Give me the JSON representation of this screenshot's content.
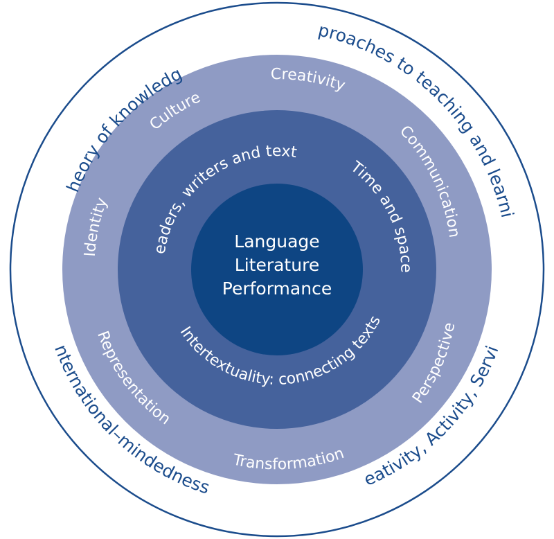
{
  "colors": {
    "outer_ring_stroke": "#1b4c8c",
    "outer_label": "#1b4c8c",
    "middle_ring": "#8f9bc4",
    "inner_ring": "#45629c",
    "core": "#0e4583",
    "inner_text": "#ffffff"
  },
  "outer_ring": {
    "theory_of_knowledge": "Theory of knowledge",
    "approaches": "Approaches to teaching and learning",
    "international": "International–mindedness",
    "cas": "Creativity, Activity, Service"
  },
  "concepts": {
    "creativity": "Creativity",
    "culture": "Culture",
    "communication": "Communication",
    "identity": "Identity",
    "perspective": "Perspective",
    "representation": "Representation",
    "transformation": "Transformation"
  },
  "areas": {
    "readers": "Readers, writers and texts",
    "time_space": "Time and space",
    "intertextuality": "Intertextuality: connecting texts"
  },
  "core": {
    "line1": "Language",
    "line2": "Literature",
    "line3": "Performance"
  }
}
